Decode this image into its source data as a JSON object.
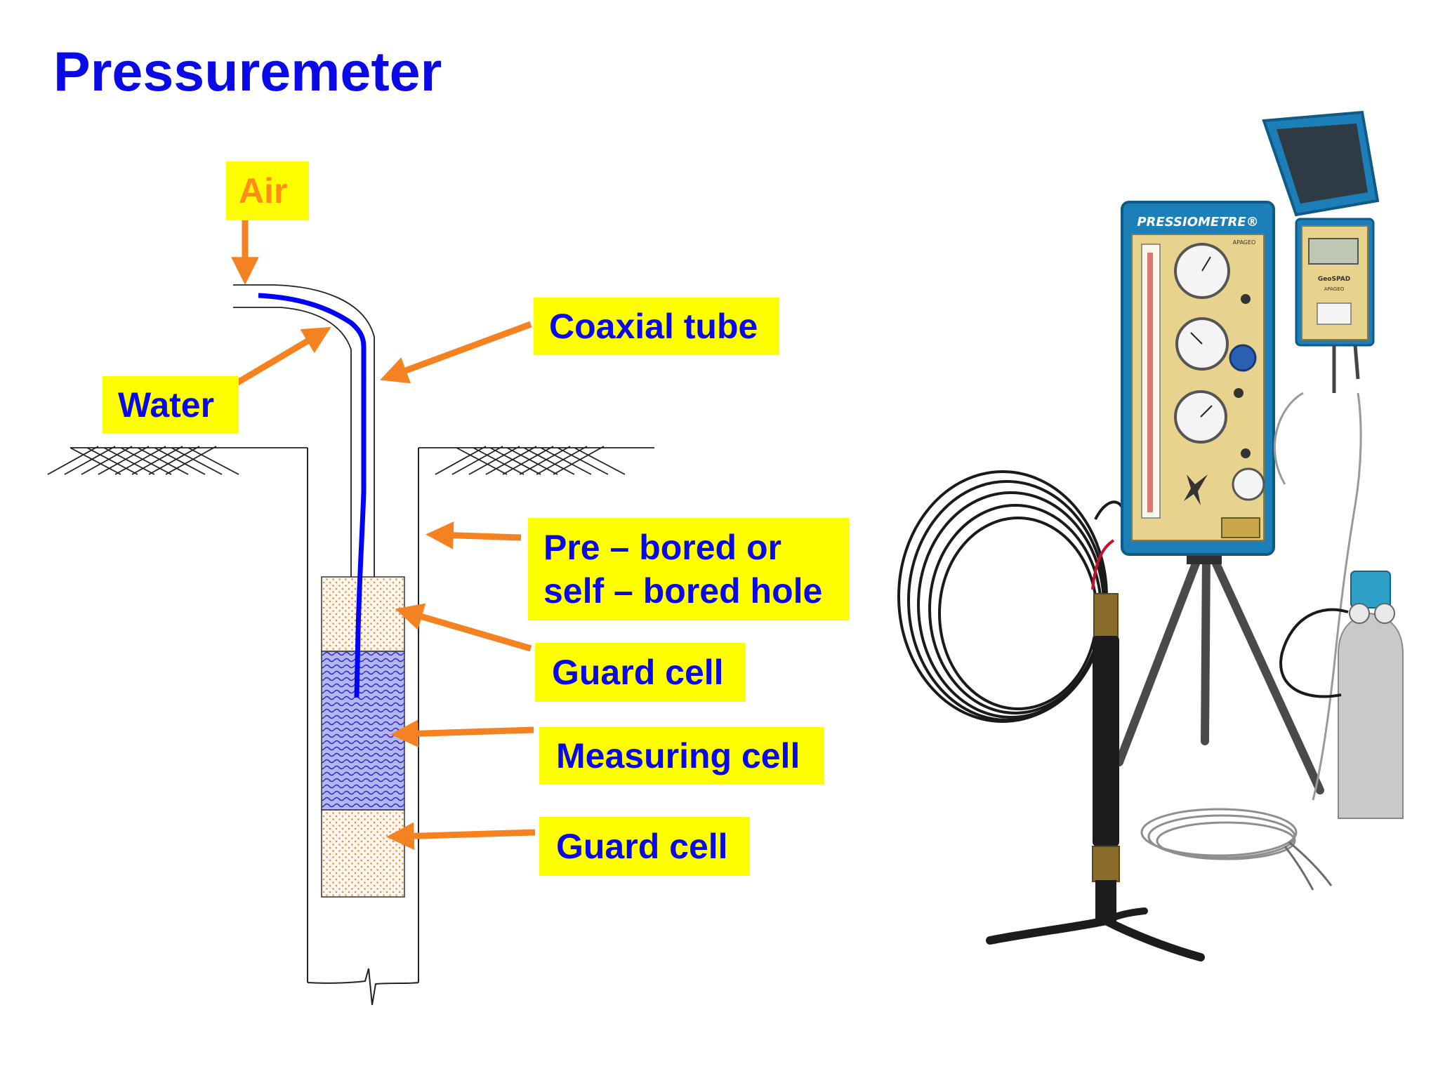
{
  "title": "Pressuremeter",
  "colors": {
    "title": "#0a0ae6",
    "label_background": "#ffff00",
    "label_text": "#0a0ae6",
    "air_label_text": "#ff8c1a",
    "arrow": "#f58220",
    "water_line": "#0000ff",
    "measuring_cell": "#3b3bd8",
    "guard_cell_dots": "#f58220"
  },
  "labels": {
    "air": "Air",
    "water": "Water",
    "coaxial_tube": "Coaxial tube",
    "hole_line1": "Pre – bored or",
    "hole_line2": "self – bored hole",
    "guard_cell_top": "Guard cell",
    "measuring_cell": "Measuring cell",
    "guard_cell_bottom": "Guard cell"
  },
  "photo": {
    "panel_brand": "PRESSIOMETRE®",
    "panel_maker": "APAGEO",
    "recorder_brand": "GeoSPAD",
    "recorder_maker": "APAGEO"
  }
}
